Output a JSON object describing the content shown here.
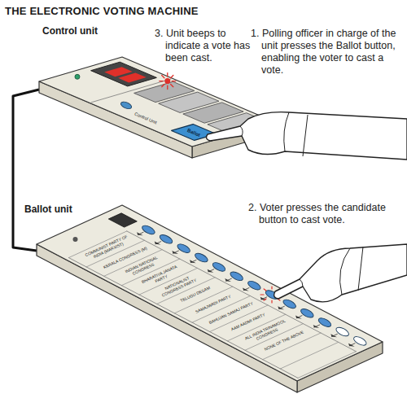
{
  "diagram": {
    "title": "THE ELECTRONIC VOTING MACHINE",
    "labels": [
      "Control unit",
      "3. Unit beeps to indicate a vote has been cast.",
      "1. Polling officer in charge of the unit presses the Ballot button, enabling the voter to cast a vote.",
      "Ballot",
      "Control Unit",
      "Ballot unit",
      "2. Voter presses the candidate button to cast vote.",
      "COMMUNIST PARTY OF INDIA (MARXIST)",
      "KERALA CONGRESS (M)",
      "INDIAN NATIONAL CONGRESS",
      "BHARATIYA JANATA PARTY",
      "NATIONALIST CONGRESS PARTY",
      "TELUGU DESAM",
      "SAMAJWADI PARTY",
      "BAHUJAN SAMAJ PARTY",
      "AAM AADMI PARTY",
      "ALL INDIA TRINAMOOL CONGRESS",
      "NONE OF THE ABOVE"
    ]
  }
}
